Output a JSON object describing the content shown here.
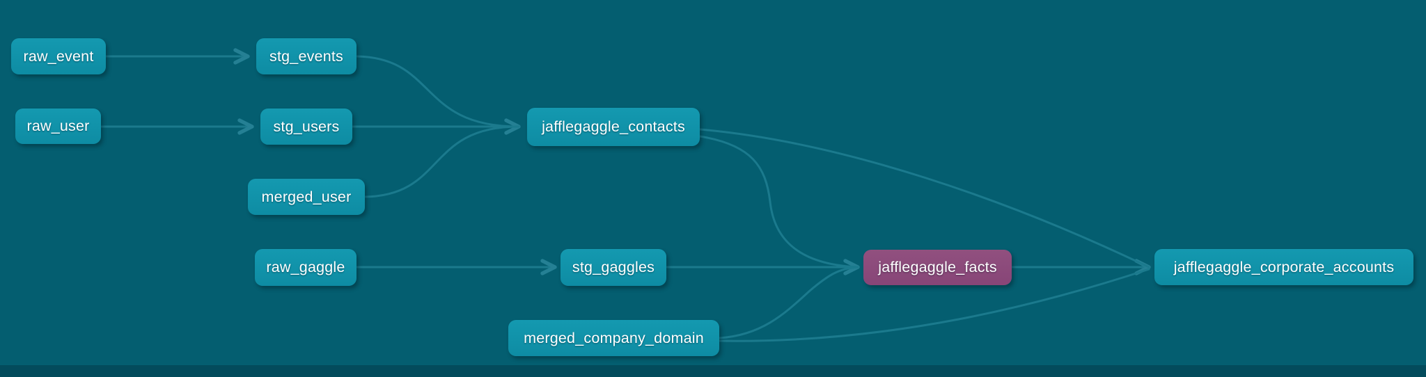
{
  "graph": {
    "nodes": [
      {
        "id": "raw_event",
        "label": "raw_event",
        "highlighted": false
      },
      {
        "id": "stg_events",
        "label": "stg_events",
        "highlighted": false
      },
      {
        "id": "raw_user",
        "label": "raw_user",
        "highlighted": false
      },
      {
        "id": "stg_users",
        "label": "stg_users",
        "highlighted": false
      },
      {
        "id": "merged_user",
        "label": "merged_user",
        "highlighted": false
      },
      {
        "id": "jafflegaggle_contacts",
        "label": "jafflegaggle_contacts",
        "highlighted": false
      },
      {
        "id": "raw_gaggle",
        "label": "raw_gaggle",
        "highlighted": false
      },
      {
        "id": "stg_gaggles",
        "label": "stg_gaggles",
        "highlighted": false
      },
      {
        "id": "merged_company_domain",
        "label": "merged_company_domain",
        "highlighted": false
      },
      {
        "id": "jafflegaggle_facts",
        "label": "jafflegaggle_facts",
        "highlighted": true
      },
      {
        "id": "jafflegaggle_corporate_accounts",
        "label": "jafflegaggle_corporate_accounts",
        "highlighted": false
      }
    ],
    "edges": [
      {
        "from": "raw_event",
        "to": "stg_events"
      },
      {
        "from": "raw_user",
        "to": "stg_users"
      },
      {
        "from": "stg_events",
        "to": "jafflegaggle_contacts"
      },
      {
        "from": "stg_users",
        "to": "jafflegaggle_contacts"
      },
      {
        "from": "merged_user",
        "to": "jafflegaggle_contacts"
      },
      {
        "from": "raw_gaggle",
        "to": "stg_gaggles"
      },
      {
        "from": "stg_gaggles",
        "to": "jafflegaggle_facts"
      },
      {
        "from": "jafflegaggle_contacts",
        "to": "jafflegaggle_facts"
      },
      {
        "from": "merged_company_domain",
        "to": "jafflegaggle_facts"
      },
      {
        "from": "jafflegaggle_facts",
        "to": "jafflegaggle_corporate_accounts"
      },
      {
        "from": "jafflegaggle_contacts",
        "to": "jafflegaggle_corporate_accounts"
      },
      {
        "from": "merged_company_domain",
        "to": "jafflegaggle_corporate_accounts"
      }
    ]
  },
  "colors": {
    "background": "#045E70",
    "node_fill": "#1295AC",
    "highlighted_node_fill": "#8C4A7E",
    "edge": "#1F7E92",
    "node_text": "#FFFFFF",
    "bottom_edge_strip": "#034B5C"
  }
}
